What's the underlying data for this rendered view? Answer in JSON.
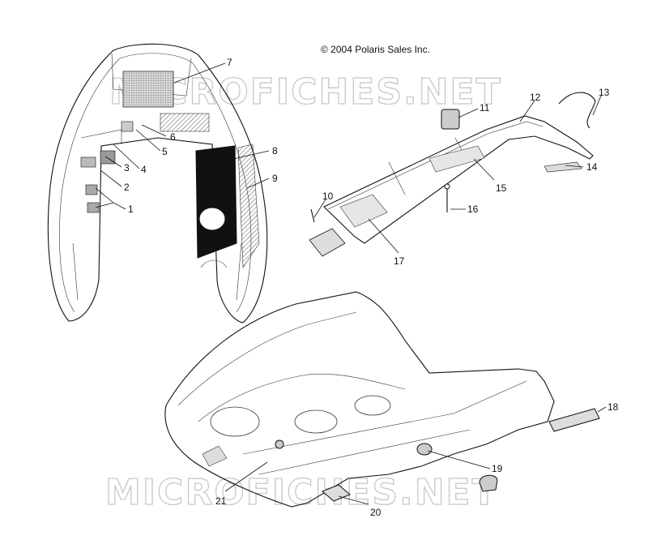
{
  "copyright": "© 2004 Polaris Sales Inc.",
  "watermark": "MICROFICHES.NET",
  "callouts": [
    "1",
    "2",
    "3",
    "4",
    "5",
    "6",
    "7",
    "8",
    "9",
    "10",
    "11",
    "12",
    "13",
    "14",
    "15",
    "16",
    "17",
    "18",
    "19",
    "20",
    "21"
  ],
  "colors": {
    "ink": "#111111",
    "watermark": "#c8c8c8",
    "hatch": "#555555"
  }
}
